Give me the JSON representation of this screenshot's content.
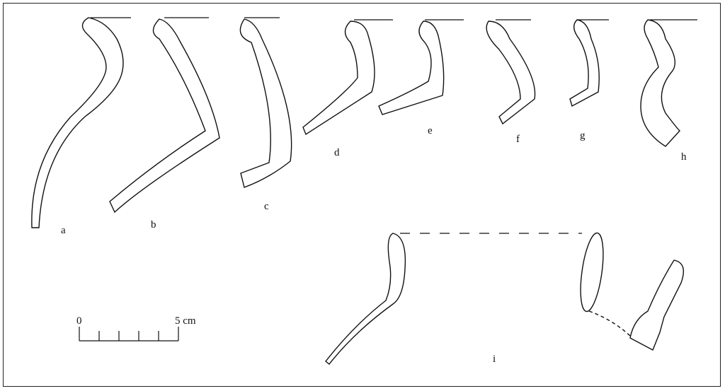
{
  "figure": {
    "labels": {
      "a": "a",
      "b": "b",
      "c": "c",
      "d": "d",
      "e": "e",
      "f": "f",
      "g": "g",
      "h": "h",
      "i": "i"
    },
    "scale": {
      "start": "0",
      "end": "5 cm",
      "divisions": 5
    }
  }
}
